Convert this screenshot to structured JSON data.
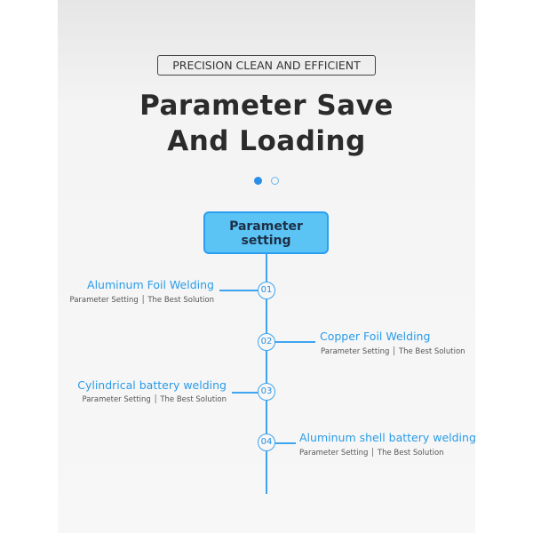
{
  "badge": "PRECISION CLEAN AND EFFICIENT",
  "title": {
    "line1": "Parameter Save",
    "line2": "And Loading"
  },
  "pager": {
    "active": 1,
    "count": 2
  },
  "root": {
    "line1": "Parameter",
    "line2": "setting"
  },
  "items": [
    {
      "num": "01",
      "title": "Aluminum Foil Welding",
      "subtitle": "Parameter Setting │ The Best Solution"
    },
    {
      "num": "02",
      "title": "Copper Foil Welding",
      "subtitle": "Parameter Setting │ The Best Solution"
    },
    {
      "num": "03",
      "title": "Cylindrical battery welding",
      "subtitle": "Parameter Setting │ The Best Solution"
    },
    {
      "num": "04",
      "title": "Aluminum shell battery welding",
      "subtitle": "Parameter Setting │ The Best Solution"
    }
  ],
  "colors": {
    "accent": "#2a9be8",
    "box": "#5cc3f5"
  }
}
